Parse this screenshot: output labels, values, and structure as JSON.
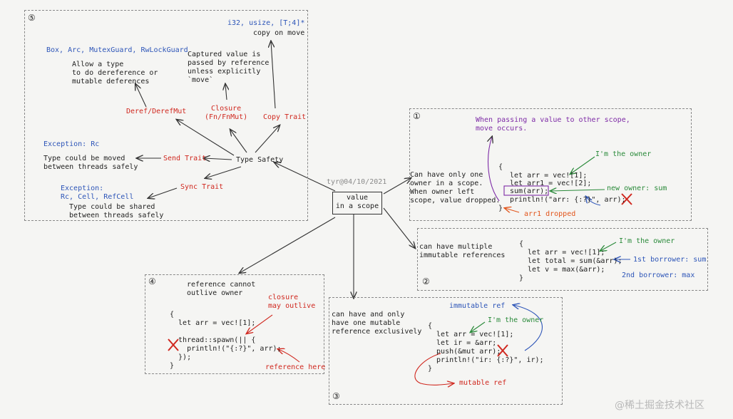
{
  "center": {
    "label": "value\nin a scope",
    "signature": "tyr@04/10/2021"
  },
  "box5": {
    "num": "⑤",
    "hub": "Type Safety",
    "copy_types": "i32, usize, [T;4]*",
    "copy_desc": "copy on move",
    "deref_types": "Box, Arc, MutexGuard, RwLockGuard",
    "deref_desc": "Allow a type\nto do dereference or\nmutable deferences",
    "captured_desc": "Captured value is\npassed by reference\nunless explicitly\n`move`",
    "deref_trait": "Deref/DerefMut",
    "closure_trait": "Closure\n(Fn/FnMut)",
    "copy_trait": "Copy Trait",
    "send_exception": "Exception: Rc",
    "send_desc": "Type could be moved\nbetween threads safely",
    "send_trait": "Send Trait",
    "sync_exception": "Exception:\nRc, Cell, RefCell",
    "sync_trait": "Sync Trait",
    "sync_desc": "Type could be shared\nbetween threads safely"
  },
  "box1": {
    "num": "①",
    "side_text": "Can have only one\nowner in a scope.\nWhen owner left\nscope, value dropped.",
    "move_note": "When passing a value to other scope,\nmove occurs.",
    "owner_note": "I'm the owner",
    "new_owner": "new owner: sum",
    "code_open": "{",
    "code1": "let arr = vec![1];",
    "code2": "let arr1 = vec![2];",
    "code3": "sum(arr);",
    "code4": "println!(\"arr: {:?}\", arr);",
    "code_close": "}",
    "dropped": "arr1 dropped"
  },
  "box2": {
    "num": "②",
    "side_text": "can have multiple\nimmutable references",
    "owner_note": "I'm the owner",
    "borrower1": "1st borrower: sum",
    "borrower2": "2nd borrower: max",
    "code": "{\n  let arr = vec![1];\n  let total = sum(&arr);\n  let v = max(&arr);\n}"
  },
  "box3": {
    "num": "③",
    "side_text": "can have and only\nhave one mutable\nreference exclusively",
    "immutable_note": "immutable ref",
    "owner_note": "I'm the owner",
    "mutable_note": "mutable ref",
    "code": "{\n  let arr = vec![1];\n  let ir = &arr;\n  push(&mut arr);\n  println!(\"ir: {:?}\", ir);\n}"
  },
  "box4": {
    "num": "④",
    "title": "reference cannot\noutlive owner",
    "closure_note": "closure\nmay outlive",
    "ref_note": "reference here",
    "code": "{\n  let arr = vec![1];\n\n  thread::spawn(|| {\n    println!(\"{:?}\", arr);\n  });\n}"
  },
  "watermark": "@稀土掘金技术社区",
  "colors": {
    "red": "#d0281f",
    "purple": "#7d2aa6",
    "blue": "#2d55b8",
    "green": "#2a8a3a",
    "orange": "#e2541a"
  }
}
